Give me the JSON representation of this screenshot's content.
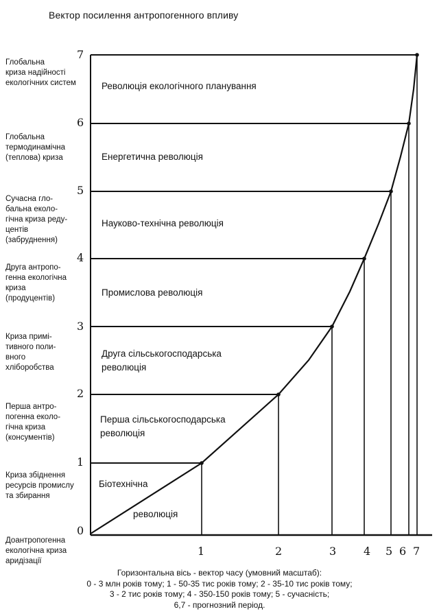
{
  "title": "Вектор посилення антропогенного впливу",
  "crises": [
    "Доантропогенна\nекологічна криза\nаридізації",
    "Криза збіднення\nресурсів промислу\nта збирання",
    "Перша антро-\nпогенна еколо-\nгічна криза\n(консументів)",
    "Криза примі-\nтивного поли-\nвного\nхліборобства",
    "Друга антропо-\nгенна екологічна\nкриза\n(продуцентів)",
    "Сучасна гло-\nбальна еколо-\nгічна криза реду-\nцентів\n(забруднення)",
    "Глобальна\nтермодинамічна\n(теплова) криза",
    "Глобальна\nкриза надійності\nекологічних систем"
  ],
  "y_ticks": [
    "0",
    "1",
    "2",
    "3",
    "4",
    "5",
    "6",
    "7"
  ],
  "x_ticks": [
    "1",
    "2",
    "3",
    "4",
    "5",
    "6",
    "7"
  ],
  "revolutions": [
    "Біотехнічна",
    "революція",
    "Перша сільськогосподарська\nреволюція",
    "Друга сільськогосподарська\nреволюція",
    "Промислова революція",
    "Науково-технічна революція",
    "Енергетична революція",
    "Революція екологічного планування"
  ],
  "caption": [
    "Горизонтальна вісь - вектор часу (умовний масштаб):",
    "0 - 3 млн років тому;  1 - 50-35 тис років тому;  2 - 35-10 тис років тому;",
    "3 - 2 тис років тому;  4 - 350-150 років тому;  5 - сучасність;",
    "6,7 - прогнозний період."
  ]
}
